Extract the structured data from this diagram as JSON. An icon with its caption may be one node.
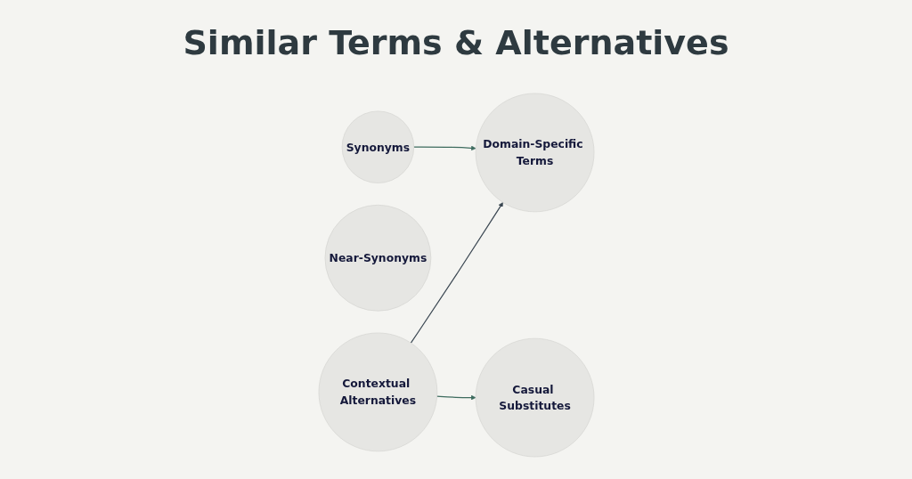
{
  "diagram": {
    "title": "Similar Terms & Alternatives",
    "nodes": [
      {
        "text": [
          "Synonyms"
        ]
      },
      {
        "text": [
          "Near-Synonyms"
        ]
      },
      {
        "text": [
          "Contextual Alternatives"
        ]
      },
      {
        "text": [
          "Domain-Specific Terms"
        ]
      },
      {
        "text": [
          "Casual Substitutes"
        ]
      }
    ],
    "edges": [
      {
        "from": 0,
        "to": 3,
        "arrow": "to",
        "color": "#3d6b5e"
      },
      {
        "from": 2,
        "to": 3,
        "arrow": "to",
        "color": "#3b4752"
      },
      {
        "from": 2,
        "to": 4,
        "arrow": "to",
        "color": "#3d6b5e"
      }
    ]
  }
}
